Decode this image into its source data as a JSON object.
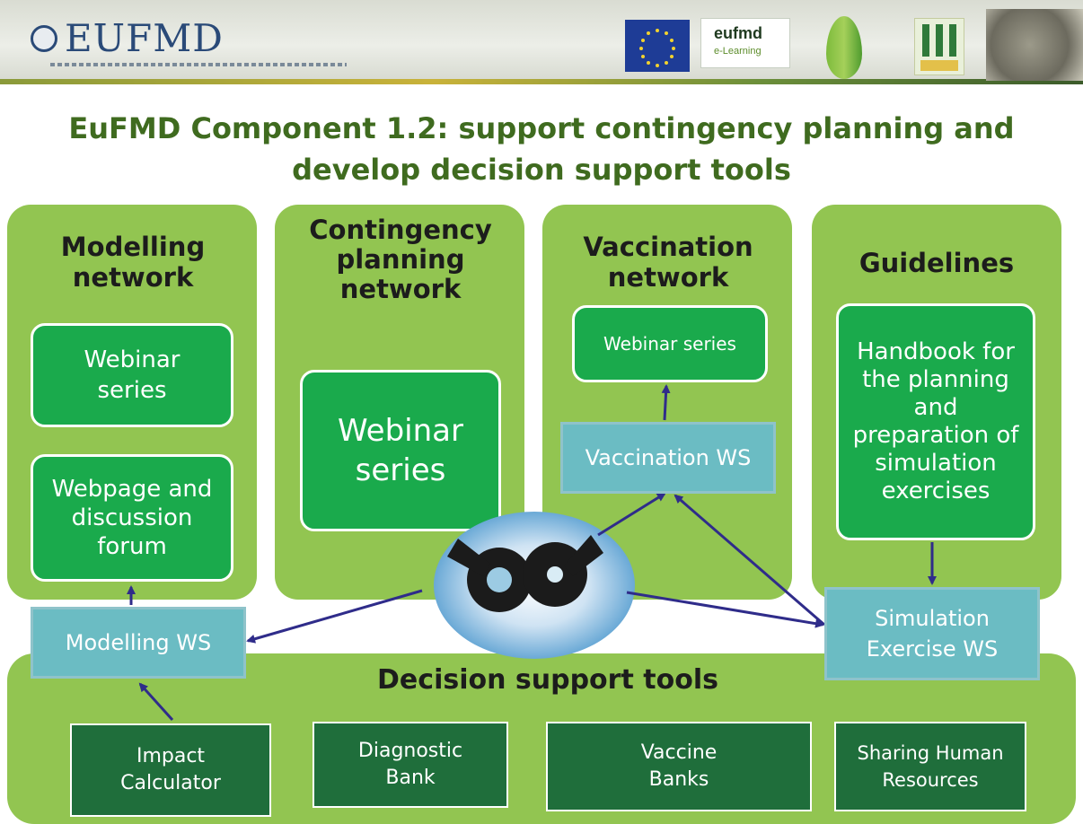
{
  "header": {
    "logo_text": "EUFMD",
    "efmd_line1": "eufmd",
    "efmd_line2": "e-Learning",
    "title": "EuFMD Component 1.2: support contingency planning and develop decision support tools"
  },
  "columns": [
    {
      "title": "Modelling network",
      "boxes": [
        "Webinar series",
        "Webpage and discussion forum"
      ]
    },
    {
      "title": "Contingency planning network",
      "boxes": [
        "Webinar series"
      ]
    },
    {
      "title": "Vaccination network",
      "boxes": [
        "Webinar series"
      ]
    },
    {
      "title": "Guidelines",
      "boxes": [
        "Handbook for the planning and preparation of simulation exercises"
      ]
    }
  ],
  "workshops": {
    "modelling": "Modelling WS",
    "vaccination": "Vaccination WS",
    "simulation": "Simulation Exercise WS"
  },
  "bottom": {
    "title": "Decision support tools",
    "tools": [
      "Impact Calculator",
      "Diagnostic Bank",
      "Vaccine Banks",
      "Sharing Human Resources"
    ]
  },
  "colors": {
    "panel_green": "#92c551",
    "box_green": "#1aaa4c",
    "tool_green": "#1f6e3b",
    "workshop_teal": "#6bbcc3",
    "title_green": "#3f6b1f",
    "arrow_navy": "#2f2c8a"
  }
}
